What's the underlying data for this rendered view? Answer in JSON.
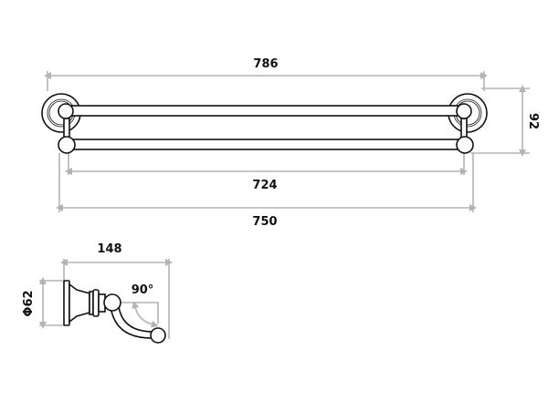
{
  "diagram": {
    "rail": {
      "overall_width": "786",
      "bar_length": "724",
      "base_width": "750",
      "projection": "92"
    },
    "hook": {
      "depth": "148",
      "base_diameter": "Φ62",
      "rotation": "90°"
    }
  }
}
